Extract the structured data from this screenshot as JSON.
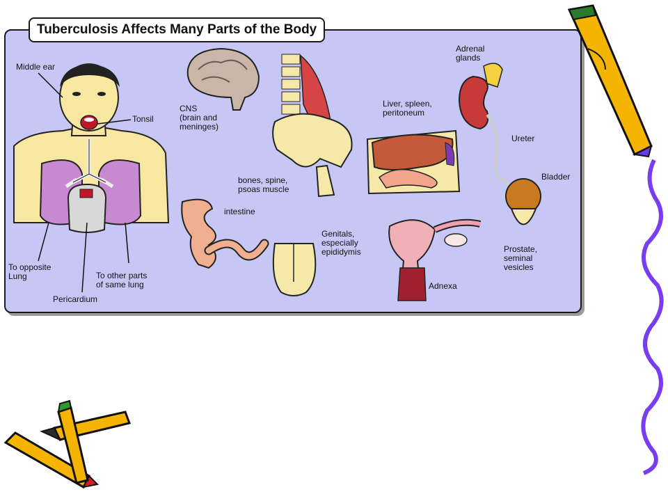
{
  "title": "Tuberculosis Affects Many Parts of the Body",
  "labels": {
    "middle_ear": "Middle ear",
    "tonsil": "Tonsil",
    "cns": "CNS\n(brain and\nmeninges)",
    "bones": "bones, spine,\npsoas muscle",
    "adrenal": "Adrenal\nglands",
    "liver": "Liver, spleen,\nperitoneum",
    "ureter": "Ureter",
    "bladder": "Bladder",
    "intestine": "intestine",
    "genitals": "Genitals,\nespecially\nepididymis",
    "prostate": "Prostate,\nseminal\nvesicles",
    "adnexa": "Adnexa",
    "opposite_lung": "To opposite\nLung",
    "other_parts": "To other parts\nof same lung",
    "pericardium": "Pericardium"
  },
  "colors": {
    "panel": "#c7c7f5",
    "accent_wave": "#7a3cf0",
    "pencil_yellow": "#f4b400",
    "lung": "#c78ad0",
    "skin": "#f7e7a0"
  }
}
